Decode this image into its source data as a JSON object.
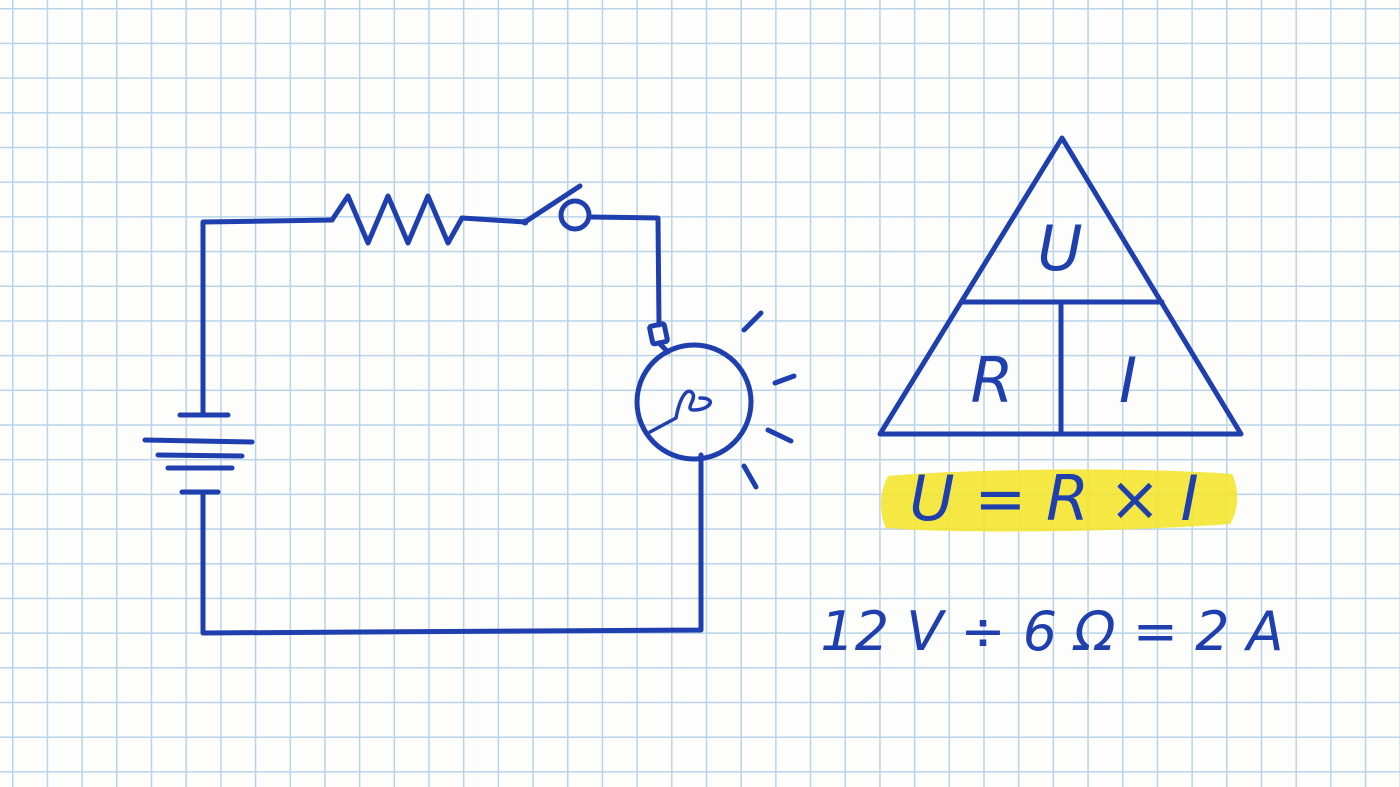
{
  "colors": {
    "ink": "#1f3fae",
    "highlighter": "#f4e52a",
    "grid": "#b9d3ea",
    "paper": "#fdfdfb"
  },
  "circuit": {
    "components": [
      "battery",
      "resistor",
      "switch",
      "light-bulb"
    ]
  },
  "triangle": {
    "top": "U",
    "bottom_left": "R",
    "bottom_right": "I"
  },
  "formula": {
    "text": "U = R × I",
    "highlighted": true
  },
  "example": {
    "text": "12 V ÷ 6 Ω = 2 A"
  }
}
